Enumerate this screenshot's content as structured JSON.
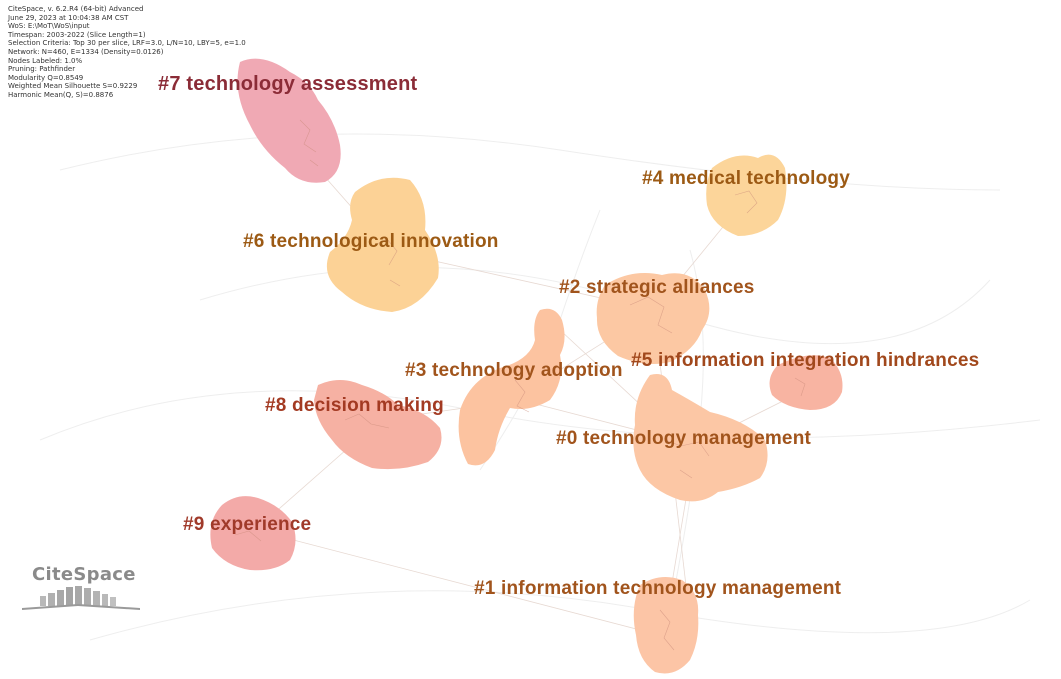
{
  "info_panel": [
    "CiteSpace, v. 6.2.R4 (64-bit) Advanced",
    "June 29, 2023 at 10:04:38 AM CST",
    "WoS: E:\\MoT\\WoS\\input",
    "Timespan: 2003-2022 (Slice Length=1)",
    "Selection Criteria: Top 30 per slice, LRF=3.0, L/N=10, LBY=5, e=1.0",
    "Network: N=460, E=1334 (Density=0.0126)",
    "Nodes Labeled: 1.0%",
    "Pruning: Pathfinder",
    "Modularity Q=0.8549",
    "Weighted Mean Silhouette S=0.9229",
    "Harmonic Mean(Q, S)=0.8876"
  ],
  "clusters": [
    {
      "id": "c7",
      "label": "#7 technology assessment",
      "color": "#8b2c37",
      "blob": "#f0a9b4"
    },
    {
      "id": "c4",
      "label": "#4 medical technology",
      "color": "#9c5a14",
      "blob": "#fcd59a"
    },
    {
      "id": "c6",
      "label": "#6 technological innovation",
      "color": "#9c5a14",
      "blob": "#fcd296"
    },
    {
      "id": "c2",
      "label": "#2 strategic alliances",
      "color": "#a1541c",
      "blob": "#fcc8a3"
    },
    {
      "id": "c3",
      "label": "#3 technology adoption",
      "color": "#a1541c",
      "blob": "#fcc3a0"
    },
    {
      "id": "c5",
      "label": "#5 information integration hindrances",
      "color": "#a1481c",
      "blob": "#f8b4a2"
    },
    {
      "id": "c8",
      "label": "#8 decision making",
      "color": "#a33a22",
      "blob": "#f6b1a3"
    },
    {
      "id": "c0",
      "label": "#0 technology management",
      "color": "#a1541c",
      "blob": "#fcc7a5"
    },
    {
      "id": "c9",
      "label": "#9 experience",
      "color": "#a03a2a",
      "blob": "#f3aaa8"
    },
    {
      "id": "c1",
      "label": "#1 information technology management",
      "color": "#a1541c",
      "blob": "#fcc5a6"
    }
  ],
  "logo": {
    "text": "CiteSpace"
  }
}
